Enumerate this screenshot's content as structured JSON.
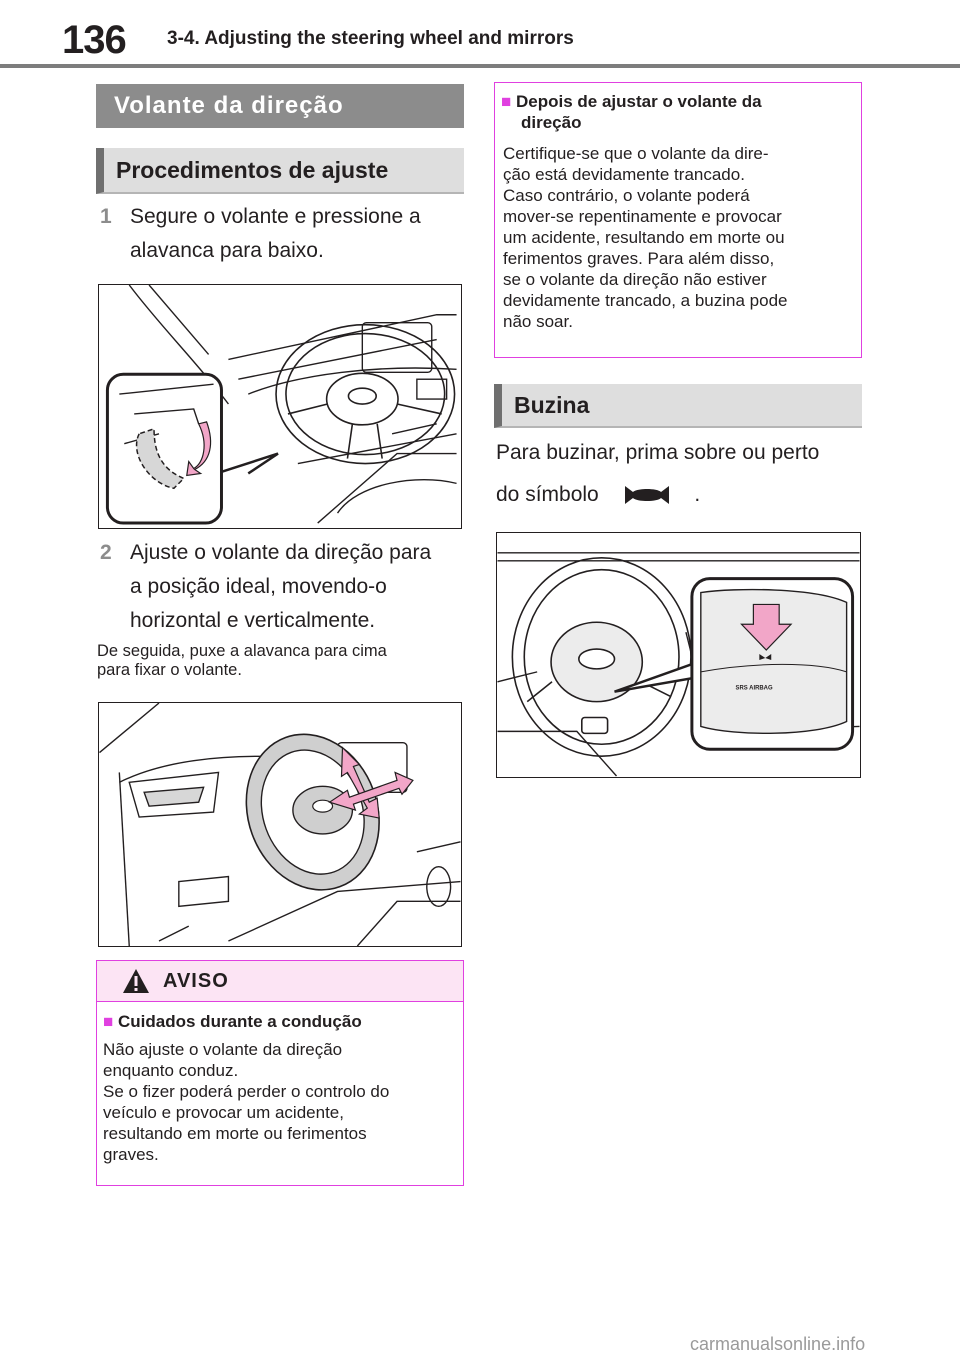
{
  "header": {
    "page_number": "136",
    "chapter_title": "3-4. Adjusting the steering wheel and mirrors"
  },
  "left": {
    "section_title": "Volante da direção",
    "subsection_title": "Procedimentos de ajuste",
    "steps": [
      {
        "num": "1",
        "line1": "Segure o volante e pressione a",
        "line2": "alavanca para baixo."
      },
      {
        "num": "2",
        "line1": "Ajuste o volante da direção para",
        "line2": "a posição ideal, movendo-o",
        "line3": "horizontal e verticalmente."
      }
    ],
    "note_line1": "De seguida, puxe a alavanca para cima",
    "note_line2": "para fixar o volante.",
    "warning": {
      "title": "AVISO",
      "bullet": "■",
      "subtitle": "Cuidados durante a condução",
      "lines": [
        "Não ajuste o volante da direção",
        "enquanto conduz.",
        "Se o fizer poderá perder o controlo do",
        "veículo e provocar um acidente,",
        "resultando em morte ou ferimentos",
        "graves."
      ]
    }
  },
  "right": {
    "notice": {
      "bullet": "■",
      "title_line1": "Depois de ajustar o volante da",
      "title_line2": "direção",
      "lines": [
        "Certifique-se que o volante da dire-",
        "ção está devidamente trancado.",
        "Caso contrário, o volante poderá",
        "mover-se repentinamente e provocar",
        "um acidente, resultando em morte ou",
        "ferimentos graves. Para além disso,",
        "se o volante da direção não estiver",
        "devidamente trancado, a buzina pode",
        "não soar."
      ]
    },
    "subsection_title": "Buzina",
    "para_line1": "Para buzinar, prima sobre ou perto",
    "para_line2a": "do símbolo",
    "para_line2b": ".",
    "airbag_label": "SRS AIRBAG"
  },
  "colors": {
    "accent_pink": "#e040e0",
    "arrow_pink": "#f2a6c8",
    "section_gray": "#8c8c8c"
  },
  "footer": {
    "watermark": "carmanualsonline.info"
  }
}
